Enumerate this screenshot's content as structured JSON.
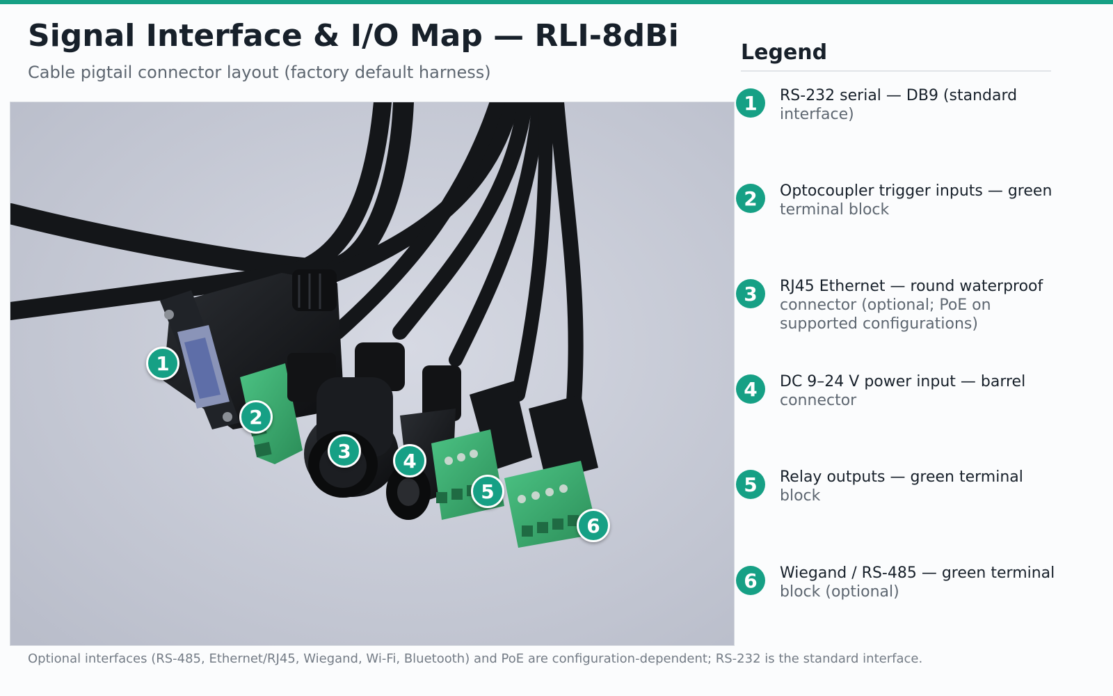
{
  "header": {
    "title": "Signal Interface & I/O Map — RLI-8dBi",
    "subtitle": "Cable pigtail connector layout (factory default harness)"
  },
  "legend": {
    "title": "Legend",
    "items": [
      {
        "number": "1",
        "line1": "RS-232 serial — DB9 (standard",
        "line2": "interface)"
      },
      {
        "number": "2",
        "line1": "Optocoupler trigger inputs — green",
        "line2": "terminal block"
      },
      {
        "number": "3",
        "line1": "RJ45 Ethernet — round waterproof",
        "line2": "connector (optional; PoE on",
        "line3": "supported configurations)"
      },
      {
        "number": "4",
        "line1": "DC 9–24 V power input — barrel",
        "line2": "connector"
      },
      {
        "number": "5",
        "line1": "Relay outputs — green terminal",
        "line2": "block"
      },
      {
        "number": "6",
        "line1": "Wiegand / RS-485 — green terminal",
        "line2": "block (optional)"
      }
    ]
  },
  "markers": [
    "1",
    "2",
    "3",
    "4",
    "5",
    "6"
  ],
  "footnote": "Optional interfaces (RS-485, Ethernet/RJ45, Wiegand, Wi-Fi, Bluetooth) and PoE are configuration-dependent; RS-232 is the standard interface.",
  "colors": {
    "accent": "#16a085",
    "title": "#17202a",
    "muted": "#5d6670",
    "photo_background": "#c9cdd9",
    "cable": "#15171a",
    "terminal_block": "#3aa66a"
  }
}
